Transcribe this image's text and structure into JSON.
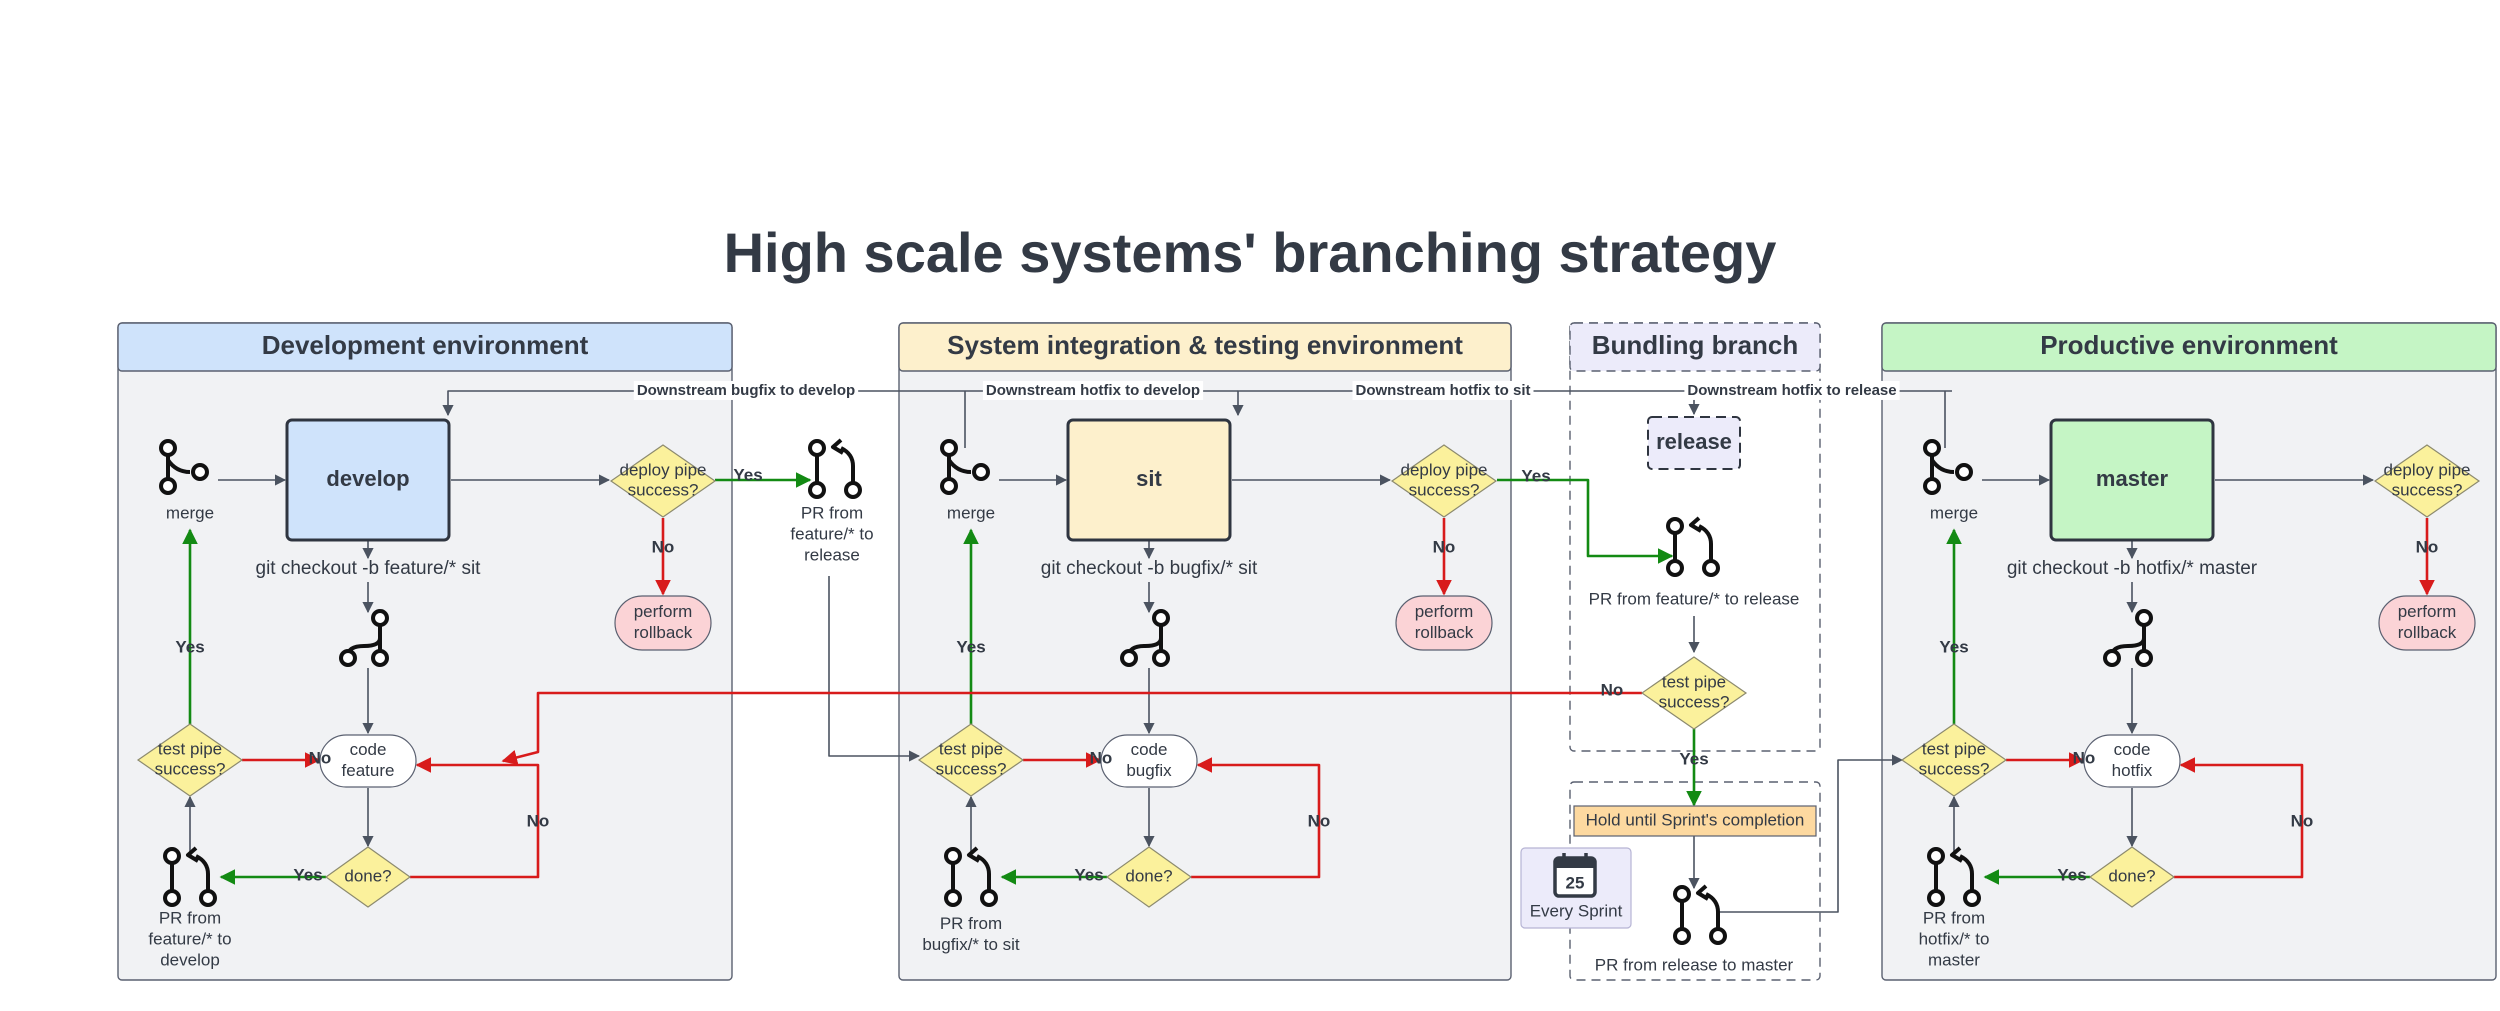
{
  "title": "High scale systems' branching strategy",
  "colors": {
    "green_flow": "#138a13",
    "red_flow": "#d81b1b",
    "gray_flow": "#4b5360",
    "dev_header": "#cfe3fb",
    "sit_header": "#fdf0cc",
    "bundle_header": "#ecebfa",
    "prod_header": "#c5f5c5",
    "panel_body": "#f1f2f4",
    "diamond": "#fbf19c",
    "rollback": "#fbd3d6",
    "hold_box": "#fdd9a0"
  },
  "environments": {
    "dev": {
      "header": "Development environment",
      "branch": "develop",
      "checkout": "git checkout -b feature/* sit",
      "merge": "merge",
      "deploy_q": [
        "deploy pipe",
        "success?"
      ],
      "rollback": [
        "perform",
        "rollback"
      ],
      "test_q": [
        "test pipe",
        "success?"
      ],
      "code": [
        "code",
        "feature"
      ],
      "done": "done?",
      "pr": [
        "PR from",
        "feature/* to",
        "develop"
      ]
    },
    "sit": {
      "header": "System integration & testing environment",
      "branch": "sit",
      "checkout": "git checkout -b bugfix/* sit",
      "merge": "merge",
      "deploy_q": [
        "deploy pipe",
        "success?"
      ],
      "rollback": [
        "perform",
        "rollback"
      ],
      "test_q": [
        "test pipe",
        "success?"
      ],
      "code": [
        "code",
        "bugfix"
      ],
      "done": "done?",
      "pr": [
        "PR from",
        "bugfix/* to sit"
      ]
    },
    "bundle": {
      "header": "Bundling branch",
      "branch": "release",
      "pr_release": "PR from feature/* to release",
      "test_q": [
        "test pipe",
        "success?"
      ],
      "hold": "Hold until Sprint's completion",
      "calendar_day": "25",
      "calendar_label": "Every Sprint",
      "pr_master": "PR from release to master"
    },
    "prod": {
      "header": "Productive environment",
      "branch": "master",
      "checkout": "git checkout -b hotfix/* master",
      "merge": "merge",
      "deploy_q": [
        "deploy pipe",
        "success?"
      ],
      "rollback": [
        "perform",
        "rollback"
      ],
      "test_q": [
        "test pipe",
        "success?"
      ],
      "code": [
        "code",
        "hotfix"
      ],
      "done": "done?",
      "pr": [
        "PR from",
        "hotfix/* to",
        "master"
      ]
    }
  },
  "inter": {
    "pr_dev_release": [
      "PR from",
      "feature/* to",
      "release"
    ]
  },
  "downstream": {
    "bugfix_to_develop": "Downstream bugfix to develop",
    "hotfix_to_develop": "Downstream hotfix to develop",
    "hotfix_to_sit": "Downstream hotfix to sit",
    "hotfix_to_release": "Downstream hotfix to release"
  },
  "edge_labels": {
    "yes": "Yes",
    "no": "No"
  }
}
